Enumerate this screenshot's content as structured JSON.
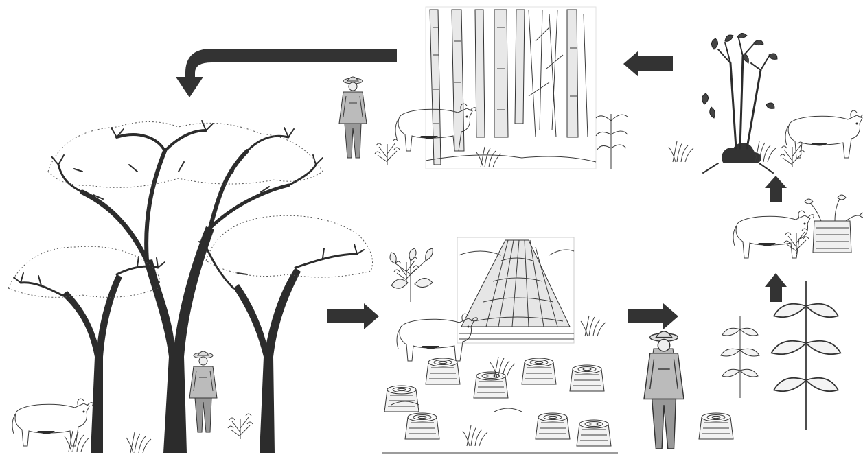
{
  "diagram": {
    "panels": [
      {
        "id": "mature-forest"
      },
      {
        "id": "clearing-charcoal"
      },
      {
        "id": "regrowth-crops"
      },
      {
        "id": "cattle-browse"
      },
      {
        "id": "coppice-shoots"
      },
      {
        "id": "secondary-forest"
      }
    ],
    "arrows": [
      {
        "from": "mature-forest",
        "to": "clearing-charcoal",
        "direction": "right"
      },
      {
        "from": "clearing-charcoal",
        "to": "regrowth-crops",
        "direction": "right"
      },
      {
        "from": "regrowth-crops",
        "to": "cattle-browse",
        "direction": "up"
      },
      {
        "from": "cattle-browse",
        "to": "coppice-shoots",
        "direction": "up"
      },
      {
        "from": "coppice-shoots",
        "to": "secondary-forest",
        "direction": "left"
      },
      {
        "from": "secondary-forest",
        "to": "mature-forest",
        "direction": "left-then-down"
      }
    ],
    "colors": {
      "ink": "#2c2c2c",
      "arrow": "#333333",
      "background": "#ffffff"
    }
  }
}
